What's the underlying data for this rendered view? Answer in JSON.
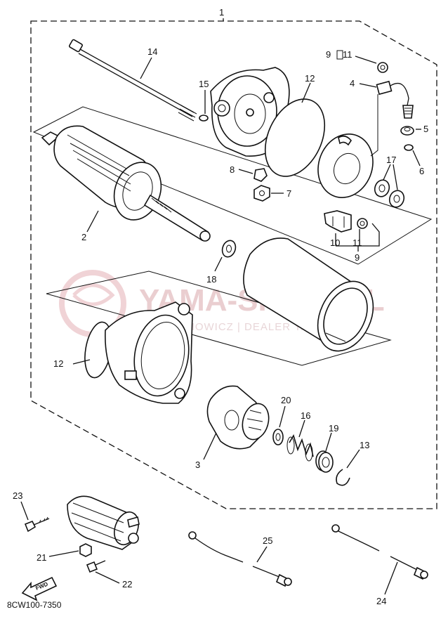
{
  "diagram": {
    "assembly_number": "1",
    "part_labels": {
      "p1": "1",
      "p2": "2",
      "p3": "3",
      "p4": "4",
      "p5": "5",
      "p6": "6",
      "p7": "7",
      "p8": "8",
      "p9a": "9",
      "p9b": "9",
      "p10": "10",
      "p11a": "11",
      "p11b": "11",
      "p12a": "12",
      "p12b": "12",
      "p13": "13",
      "p14": "14",
      "p15": "15",
      "p16": "16",
      "p17": "17",
      "p18": "18",
      "p19": "19",
      "p20": "20",
      "p21": "21",
      "p22": "22",
      "p23": "23",
      "p24": "24",
      "p25": "25"
    },
    "fwd_label": "FWD",
    "diagram_code": "8CW100-7350",
    "watermark": {
      "title": "YAMA-SKLEP.PL",
      "subtitle": "BOGUCHOWICZ | DEALER YAMAHA",
      "color": "#e8c9cc"
    }
  }
}
